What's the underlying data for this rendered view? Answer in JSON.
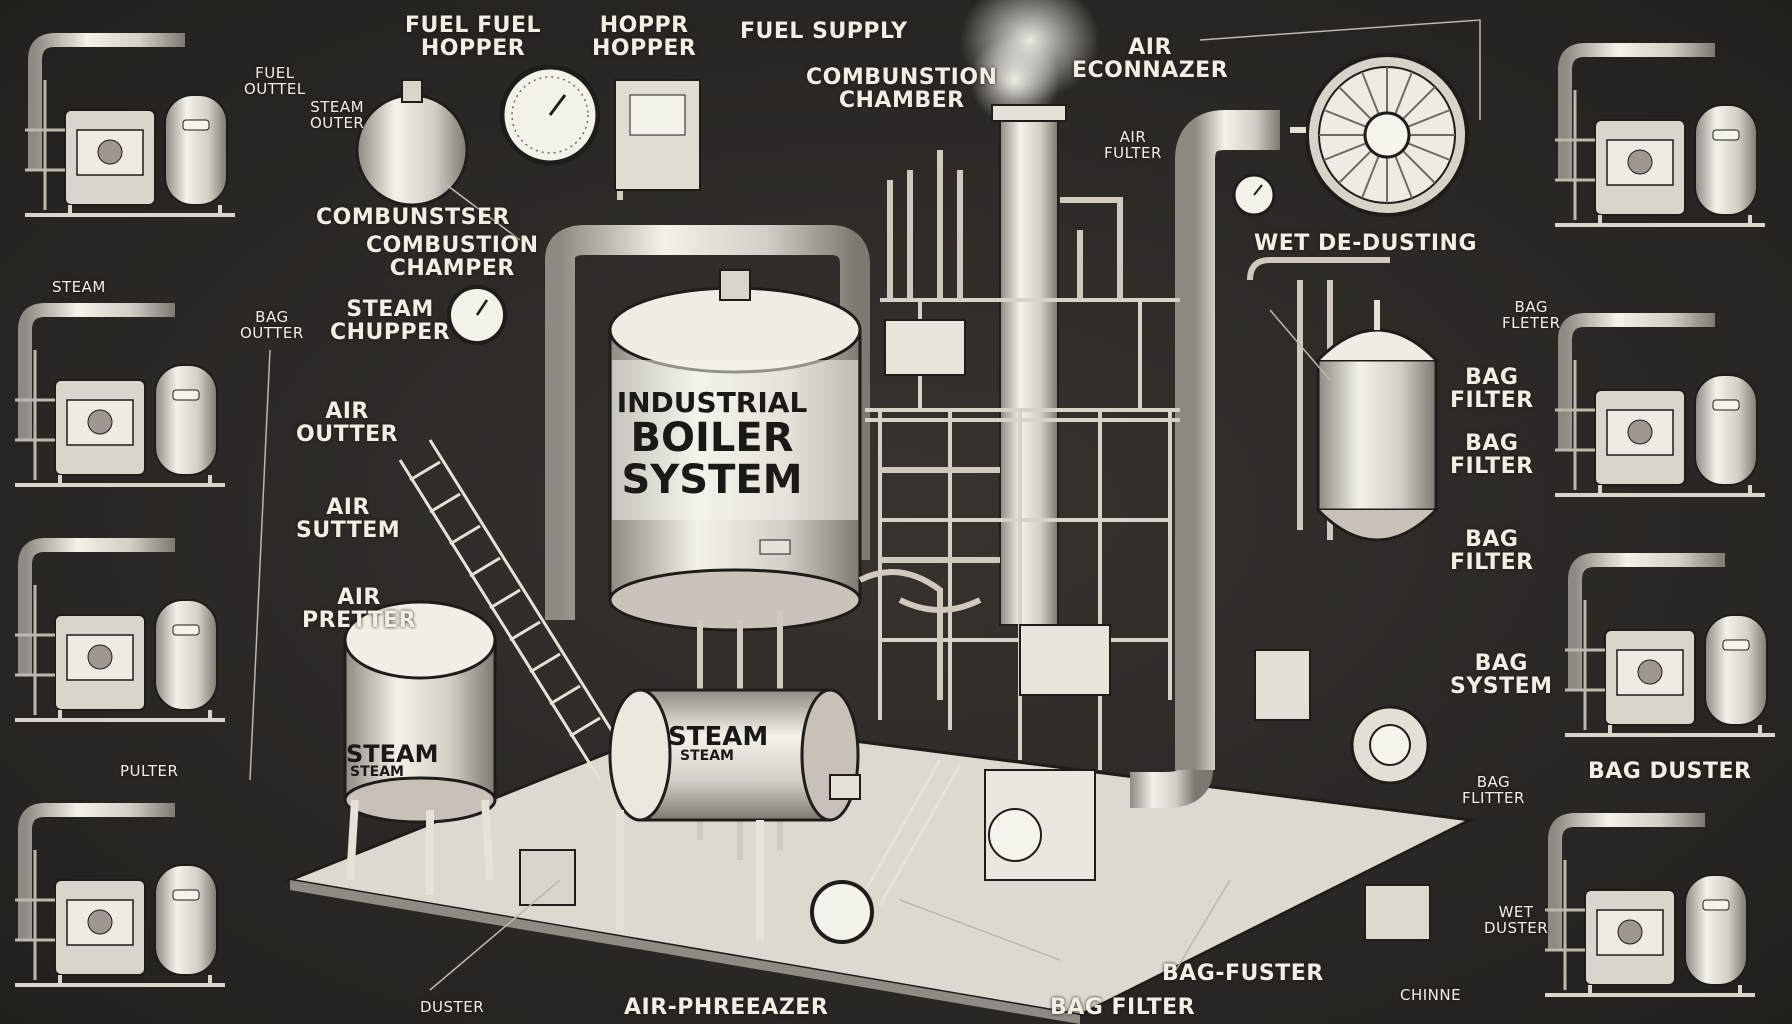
{
  "diagram": {
    "title_line1": "INDUSTRIAL",
    "title_line2": "BOILER",
    "title_line3": "SYSTEM",
    "tank_labels": {
      "steam_tank_left": "STEAM",
      "steam_tank_left_sub": "STEAM",
      "steam_drum": "STEAM",
      "steam_drum_sub": "STEAM"
    },
    "labels": {
      "fuel_hopper": "FUEL  FUEL\nHOPPER",
      "hopper": "HOPPR\nHOPPER",
      "fuel_supply": "FUEL SUPPLY",
      "combunstion_chamber": "COMBUNSTION\nCHAMBER",
      "air_econnazer": "AIR\nECONNAZER",
      "air_fulter": "AIR\nFULTER",
      "combunstser": "COMBUNSTSER",
      "combustion_champer": "COMBUSTION\nCHAMPER",
      "steam_chupper": "STEAM\nCHUPPER",
      "air_outter": "AIR\nOUTTER",
      "air_suttem": "AIR\nSUTTEM",
      "air_pretter": "AIR\nPRETTER",
      "wet_de_dusting": "WET DE-DUSTING",
      "bag_fleter": "BAG\nFLETER",
      "bag_filter_1": "BAG\nFILTER",
      "bag_filter_2": "BAG\nFILTER",
      "bag_filter_3": "BAG\nFILTER",
      "bag_system": "BAG\nSYSTEM",
      "bag_flitter": "BAG\nFLITTER",
      "bag_fuster": "BAG-FUSTER",
      "bag_filter_bottom": "BAG FILTER",
      "air_phreezer": "AIR-PHREEAZER",
      "fuel_outlet": "FUEL\nOUTTEL",
      "steam_outer": "STEAM\nOUTER",
      "steam_left": "STEAM",
      "bag_outter": "BAG\nOUTTER",
      "pulter": "PULTER",
      "bag_duster": "BAG DUSTER",
      "wet_duster": "WET\nDUSTER",
      "chinne": "CHINNE",
      "duster_small": "DUSTER"
    }
  }
}
